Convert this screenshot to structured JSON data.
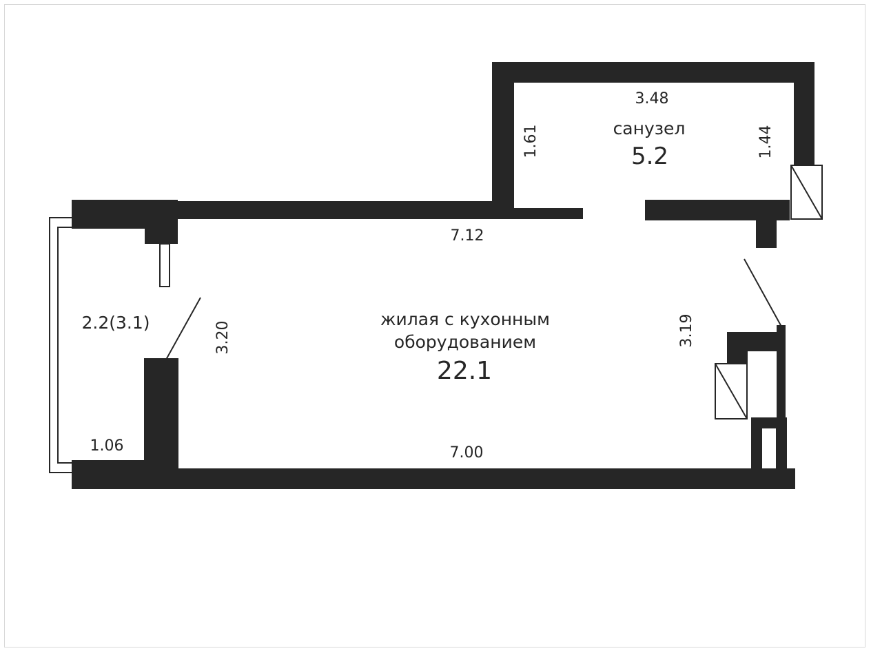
{
  "colors": {
    "wall": "#262626",
    "text": "#262626",
    "background": "#ffffff"
  },
  "rooms": {
    "bathroom": {
      "name": "санузел",
      "area": "5.2"
    },
    "living": {
      "name_line1": "жилая с кухонным",
      "name_line2": "оборудованием",
      "area": "22.1"
    },
    "balcony": {
      "area": "2.2(3.1)"
    }
  },
  "dimensions": {
    "bath_top": "3.48",
    "bath_left": "1.61",
    "bath_right": "1.44",
    "living_top": "7.12",
    "living_left": "3.20",
    "living_right": "3.19",
    "living_bottom": "7.00",
    "balcony_bottom": "1.06"
  }
}
